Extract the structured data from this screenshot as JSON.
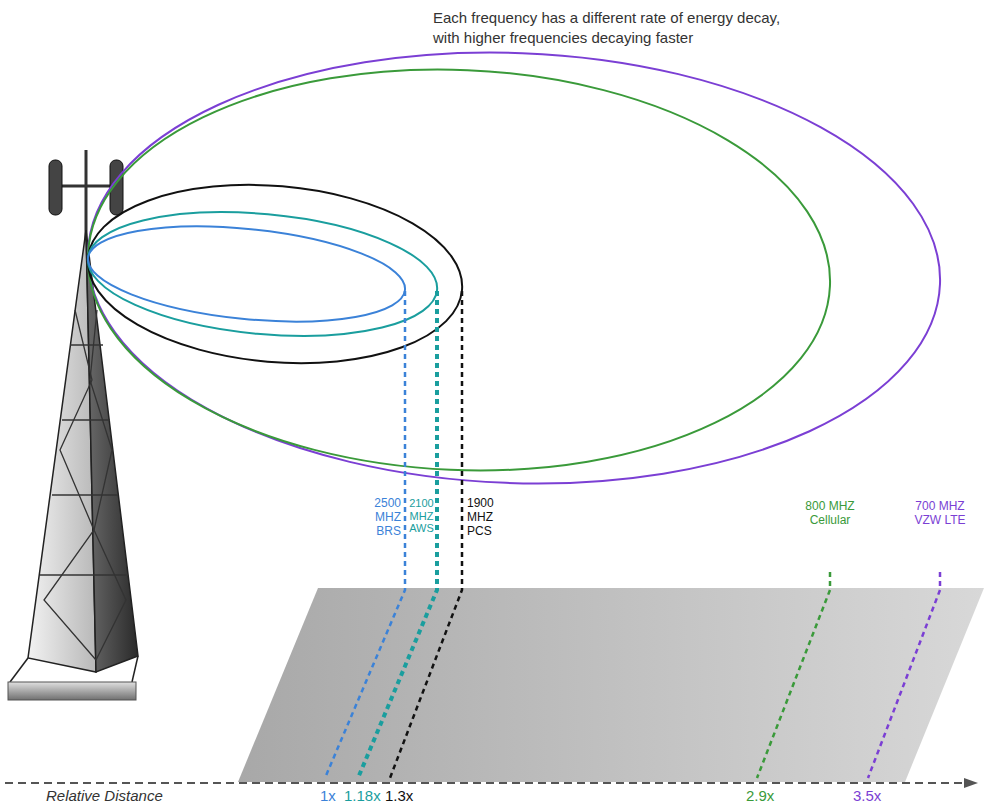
{
  "diagram": {
    "title": "Each frequency has a different rate of energy decay, with higher frequencies decaying faster",
    "labels": [
      "2500 MHZ BRS",
      "2100 MHZ AWS",
      "1900 MHZ PCS",
      "800 MHZ Cellular",
      "700 MHZ VZW LTE",
      "Relative Distance",
      "1x",
      "1.18x",
      "1.3x",
      "2.9x",
      "3.5x"
    ]
  }
}
